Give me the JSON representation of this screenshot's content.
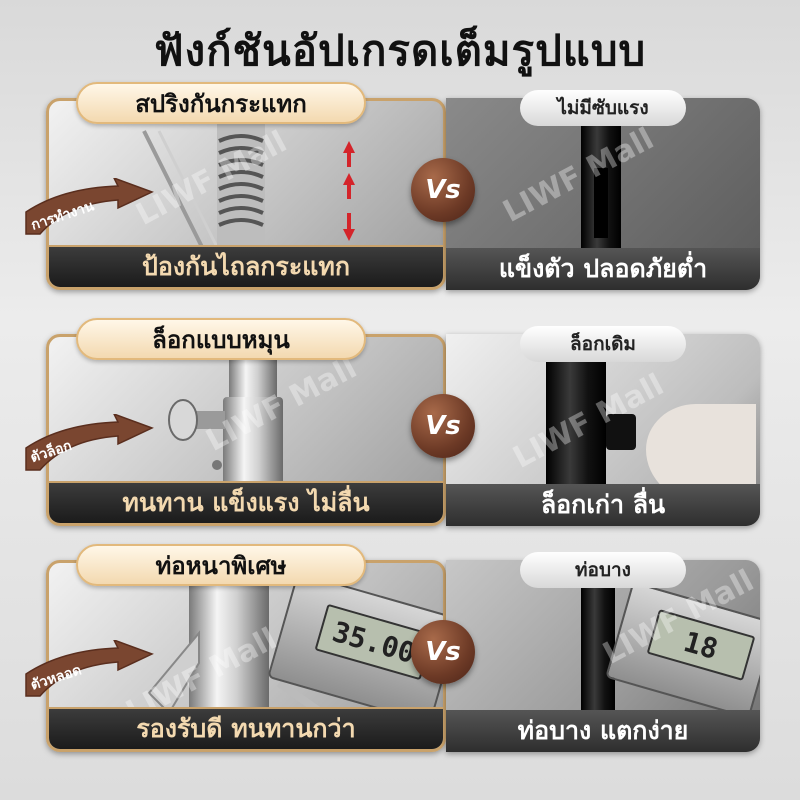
{
  "title": "ฟังก์ชันอัปเกรดเต็มรูปแบบ",
  "watermark": "LIWF Mall",
  "vs_label": "Vs",
  "rows": [
    {
      "left_title": "สปริงกันกระแทก",
      "right_title": "ไม่มีซับแรง",
      "tag": "การทำงาน",
      "left_bottom": "ป้องกันไถลกระแทก",
      "right_bottom": "แข็งตัว ปลอดภัยต่ำ"
    },
    {
      "left_title": "ล็อกแบบหมุน",
      "right_title": "ล็อกเดิม",
      "tag": "ตัวล็อก",
      "left_bottom": "ทนทาน แข็งแรง ไม่ลื่น",
      "right_bottom": "ล็อกเก่า ลื่น"
    },
    {
      "left_title": "ท่อหนาพิเศษ",
      "right_title": "ท่อบาง",
      "tag": "ตัวหลอด",
      "left_bottom": "รองรับดี ทนทานกว่า",
      "right_bottom": "ท่อบาง แตกง่าย",
      "left_lcd": "35.00",
      "right_lcd": "18"
    }
  ],
  "colors": {
    "gold_border": "#c9a26b",
    "vs_brown": "#6d3a26",
    "arrow_brown": "#7a4630"
  }
}
